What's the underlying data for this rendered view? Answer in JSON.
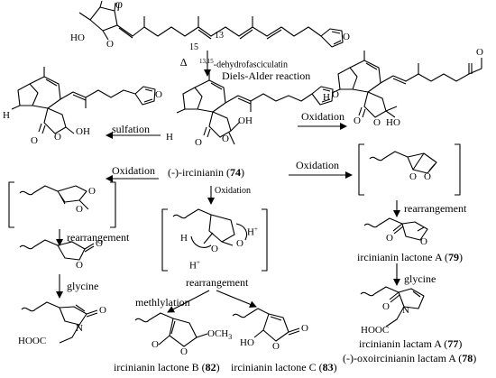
{
  "colors": {
    "ink": "#000000",
    "background": "#ffffff"
  },
  "top": {
    "triangle_symbol": "∆",
    "compound_super": "13,15",
    "compound_name": "-dehydrofasciculatin",
    "atom_15": "15",
    "atom_13": "13",
    "reaction": "Diels-Alder reaction"
  },
  "center": {
    "compound": "(-)-ircinianin (",
    "compound_num": "74",
    "compound_close": ")",
    "step_oxidation": "Oxidation",
    "step_rearrangement": "rearrangement"
  },
  "left": {
    "sulfation": "sulfation",
    "oxidation": "Oxidation",
    "rearrangement": "rearrangement",
    "glycine": "glycine"
  },
  "bottom_center": {
    "methylation": "methlylation",
    "lactone_b": "ircinianin lactone B (",
    "lactone_b_num": "82",
    "lactone_b_close": ")",
    "lactone_c": "ircinianin lactone C (",
    "lactone_c_num": "83",
    "lactone_c_close": ")"
  },
  "right": {
    "oxidation_top": "Oxidation",
    "oxidation": "Oxidation",
    "rearrangement": "rearrangement",
    "lactone_a": "ircinianin lactone A (",
    "lactone_a_num": "79",
    "lactone_a_close": ")",
    "glycine": "glycine",
    "lactam_a": "ircinianin lactam A (",
    "lactam_a_num": "77",
    "lactam_a_close": ")",
    "oxo_lactam": "(-)-oxoircinianin lactam A (",
    "oxo_lactam_num": "78",
    "oxo_lactam_close": ")"
  },
  "atoms": {
    "O": "O",
    "OH": "OH",
    "HO": "HO",
    "H": "H",
    "H_plus": "H",
    "plus": "+",
    "N": "N",
    "OCH3": "OCH",
    "sub3": "3",
    "HOOC": "HOOC"
  }
}
